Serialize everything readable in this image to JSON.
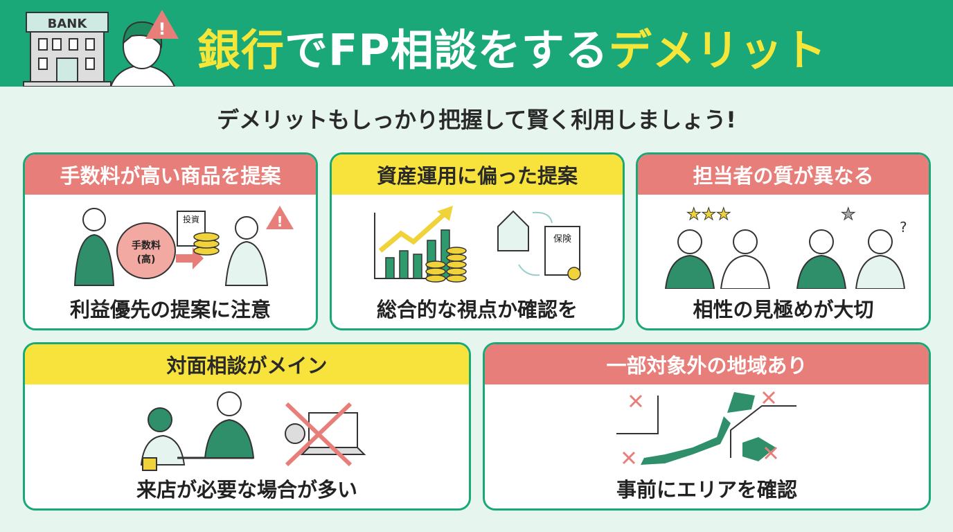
{
  "header": {
    "bank_sign": "BANK",
    "title_part1": "銀行",
    "title_part2": "でFP相談をする",
    "title_part3": "デメリット"
  },
  "subtitle": "デメリットもしっかり把握して賢く利用しましょう!",
  "cards": [
    {
      "title": "手数料が高い商品を提案",
      "caption": "利益優先の提案に注意",
      "bag_label": "手数料\n(高)",
      "doc_label": "投資"
    },
    {
      "title": "資産運用に偏った提案",
      "caption": "総合的な視点か確認を",
      "doc_label": "保険"
    },
    {
      "title": "担当者の質が異なる",
      "caption": "相性の見極めが大切"
    },
    {
      "title": "対面相談がメイン",
      "caption": "来店が必要な場合が多い"
    },
    {
      "title": "一部対象外の地域あり",
      "caption": "事前にエリアを確認"
    }
  ],
  "colors": {
    "green": "#1aa878",
    "yellow": "#f7e33c",
    "pink": "#e87e7a"
  }
}
